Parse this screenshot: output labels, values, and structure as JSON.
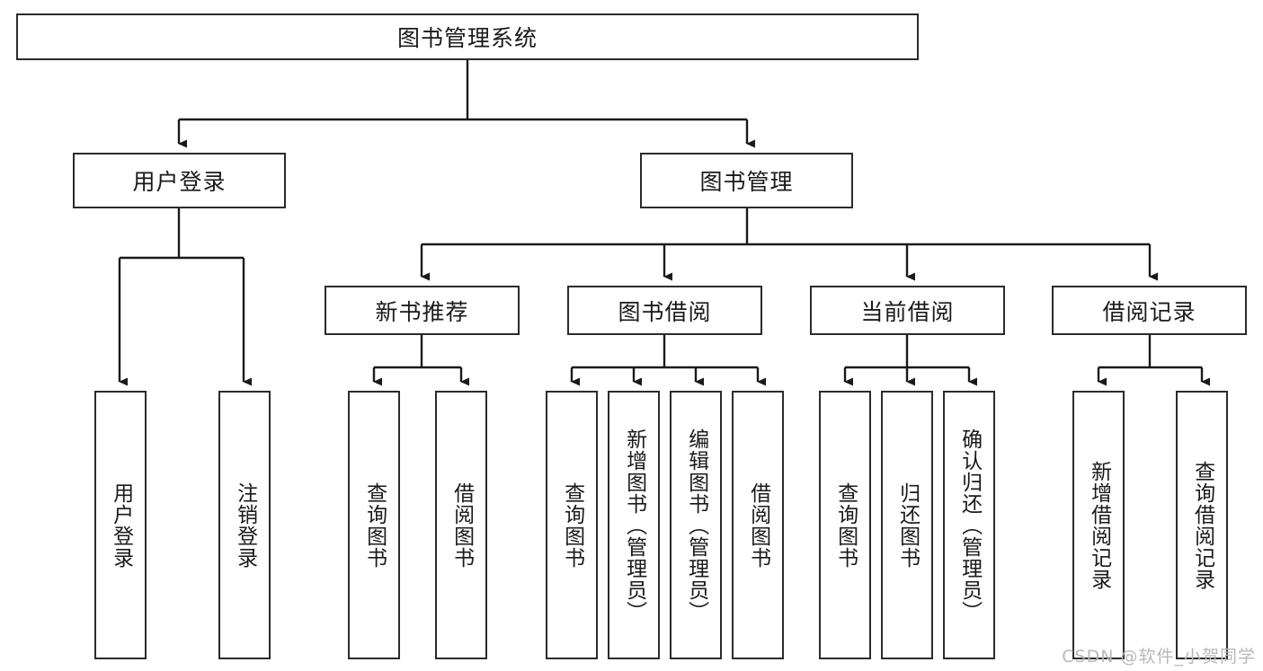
{
  "diagram": {
    "title": "图书管理系统",
    "type": "hierarchy-tree",
    "watermark": "CSDN @软件_小贺同学",
    "colors": {
      "box_border": "#2b2b2b",
      "box_fill": "#ffffff",
      "connector": "#1a1a1a",
      "text": "#1a1a1a",
      "watermark": "#b8b8b8"
    },
    "levels": {
      "root": {
        "label": "图书管理系统"
      },
      "level2": [
        {
          "label": "用户登录"
        },
        {
          "label": "图书管理"
        }
      ],
      "level3": [
        {
          "label": "新书推荐"
        },
        {
          "label": "图书借阅"
        },
        {
          "label": "当前借阅"
        },
        {
          "label": "借阅记录"
        }
      ],
      "leaves": [
        {
          "label": "用户登录",
          "parent": "用户登录"
        },
        {
          "label": "注销登录",
          "parent": "用户登录"
        },
        {
          "label": "查询图书",
          "parent": "新书推荐"
        },
        {
          "label": "借阅图书",
          "parent": "新书推荐"
        },
        {
          "label": "查询图书",
          "parent": "图书借阅"
        },
        {
          "label": "新增图书（管理员）",
          "parent": "图书借阅"
        },
        {
          "label": "编辑图书（管理员）",
          "parent": "图书借阅"
        },
        {
          "label": "借阅图书",
          "parent": "图书借阅"
        },
        {
          "label": "查询图书",
          "parent": "当前借阅"
        },
        {
          "label": "归还图书",
          "parent": "当前借阅"
        },
        {
          "label": "确认归还（管理员）",
          "parent": "当前借阅"
        },
        {
          "label": "新增借阅记录",
          "parent": "借阅记录"
        },
        {
          "label": "查询借阅记录",
          "parent": "借阅记录"
        }
      ]
    }
  }
}
